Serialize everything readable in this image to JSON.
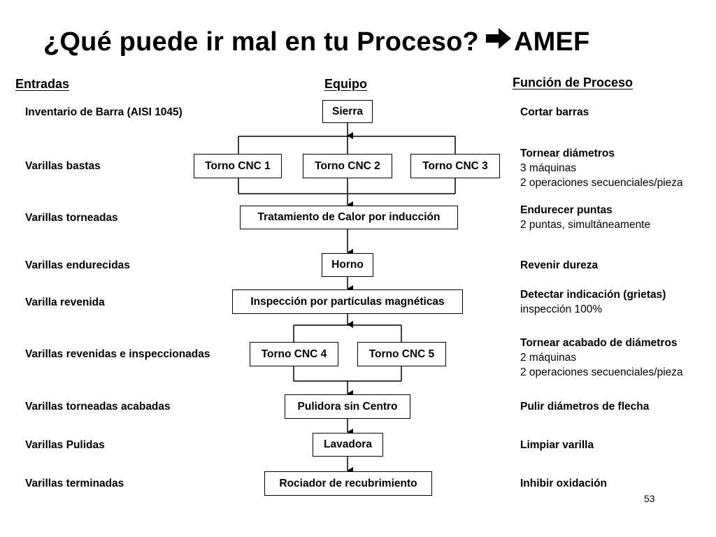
{
  "title": {
    "text": "¿Qué puede ir mal en tu Proceso?",
    "suffix": "AMEF",
    "arrow_icon": "right-arrow-icon"
  },
  "headers": {
    "inputs": "Entradas",
    "equipment": "Equipo",
    "function": "Función de Proceso"
  },
  "inputs": [
    "Inventario de Barra (AISI 1045)",
    "Varillas bastas",
    "Varillas torneadas",
    "Varillas endurecidas",
    "Varilla revenida",
    "Varillas revenidas e inspeccionadas",
    "Varillas torneadas acabadas",
    "Varillas Pulidas",
    "Varillas terminadas"
  ],
  "equipment": {
    "sierra": "Sierra",
    "torno1": "Torno CNC 1",
    "torno2": "Torno CNC 2",
    "torno3": "Torno CNC 3",
    "tratamiento": "Tratamiento de Calor por inducción",
    "horno": "Horno",
    "inspeccion": "Inspección por partículas magnéticas",
    "torno4": "Torno CNC 4",
    "torno5": "Torno CNC 5",
    "pulidora": "Pulidora sin Centro",
    "lavadora": "Lavadora",
    "rociador": "Rociador de recubrimiento"
  },
  "functions": [
    {
      "main": "Cortar barras",
      "details": []
    },
    {
      "main": "Tornear diámetros",
      "details": [
        "3 máquinas",
        "2 operaciones secuenciales/pieza"
      ]
    },
    {
      "main": "Endurecer puntas",
      "details": [
        "2 puntas, simultáneamente"
      ]
    },
    {
      "main": "Revenir dureza",
      "details": []
    },
    {
      "main": "Detectar indicación (grietas)",
      "details": [
        "inspección 100%"
      ]
    },
    {
      "main": "Tornear acabado de diámetros",
      "details": [
        "2 máquinas",
        "2 operaciones secuenciales/pieza"
      ]
    },
    {
      "main": "Pulir diámetros de flecha",
      "details": []
    },
    {
      "main": "Limpiar varilla",
      "details": []
    },
    {
      "main": "Inhibir oxidación",
      "details": []
    }
  ],
  "page_number": "53"
}
